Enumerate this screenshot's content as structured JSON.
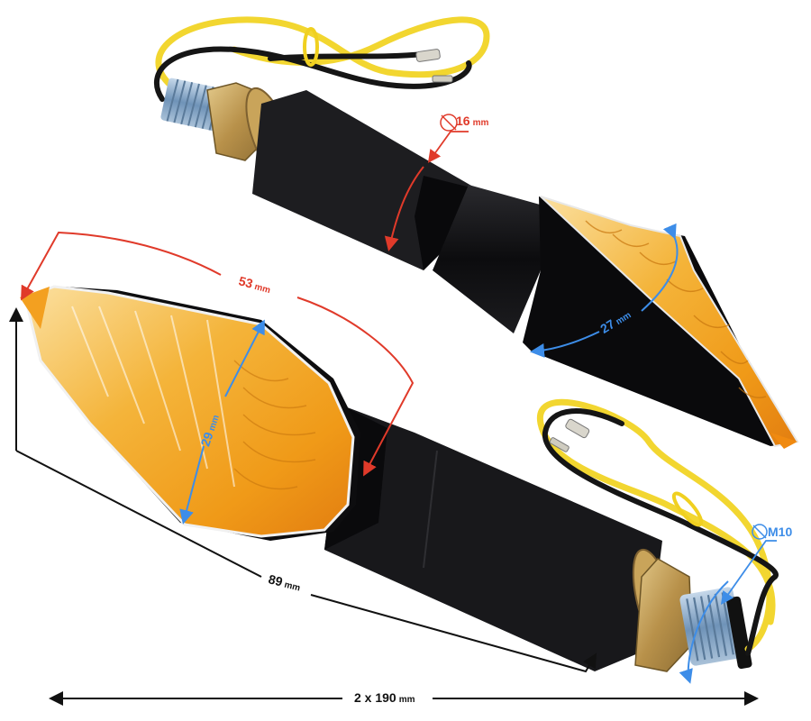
{
  "product": {
    "description": "Pair of motorcycle LED turn signal indicators with amber/clear lens, black housing, M10 threaded bolt and yellow/black wires",
    "colors": {
      "housing": "#0e0e10",
      "lens_amber": "#f2a21c",
      "wire_yellow": "#f2d630",
      "wire_black": "#151515",
      "nut_brass": "#c9a45a",
      "thread_steel": "#8fb0d0"
    }
  },
  "dimensions": {
    "stem_diameter": {
      "value": "16",
      "unit": "mm",
      "symbol": "diameter",
      "color": "#e03a2a"
    },
    "lens_length": {
      "value": "53",
      "unit": "mm",
      "color": "#e03a2a"
    },
    "lens_width_top": {
      "value": "27",
      "unit": "mm",
      "color": "#3d8de8"
    },
    "lens_width_bottom": {
      "value": "29",
      "unit": "mm",
      "color": "#3d8de8"
    },
    "thread_size": {
      "value": "M10",
      "symbol": "diameter",
      "color": "#3d8de8"
    },
    "body_length": {
      "value": "89",
      "unit": "mm",
      "color": "#111111"
    },
    "total_length": {
      "value": "2 x 190",
      "unit": "mm",
      "color": "#111111"
    }
  }
}
